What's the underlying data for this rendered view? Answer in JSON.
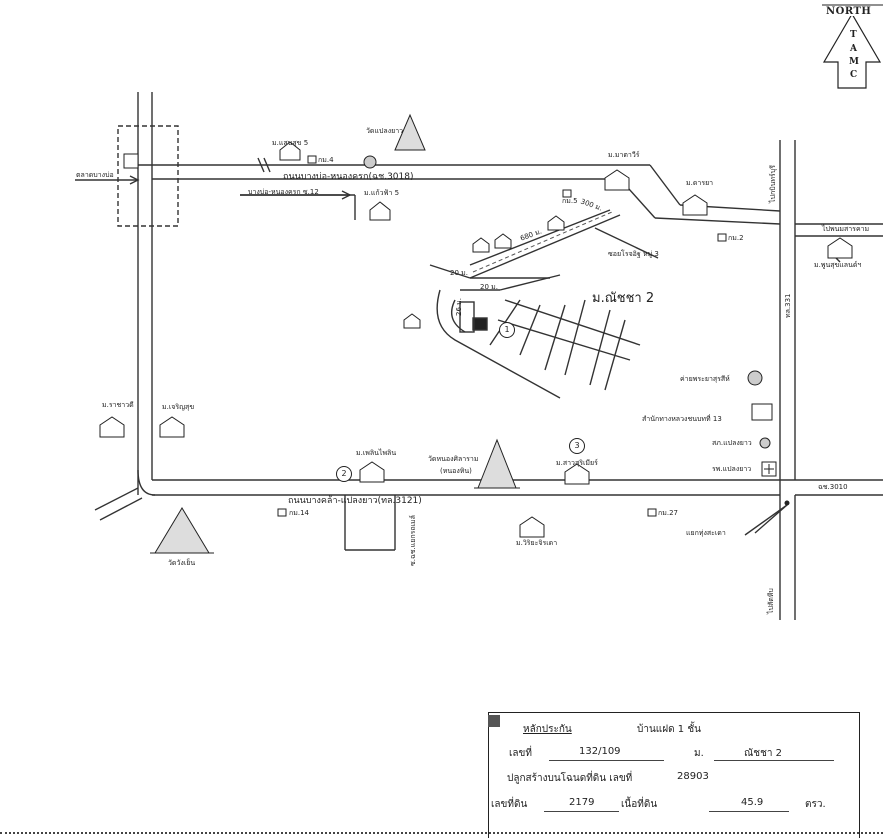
{
  "compass": {
    "north": "NORTH",
    "letters": [
      "T",
      "A",
      "M",
      "C"
    ]
  },
  "roads": {
    "main_top": "ถนนบางบ่อ-หนองครก(ฉช.3018)",
    "sub_top": "บางบ่อ-หนองครก ซ.12",
    "main_bottom": "ถนนบางคล้า-แปลงยาว(ทล.3121)",
    "right_road": "ทล.331",
    "right_bottom": "ฉช.3010",
    "market": "ตลาดบางบ่อ",
    "to_kabin": "ไปกบินทร์บุรี",
    "to_phanom": "ไปพนมสารคาม",
    "to_sattahip": "ไปสัตหีบ",
    "soi": "ซอยโรจอิฐ หมู่ 3",
    "soi_bottom": "ซ.ฉช.แยกรถเมล์"
  },
  "distances": {
    "d300": "300 ม.",
    "d680": "680 ม.",
    "d20a": "20 ม.",
    "d20b": "20 ม.",
    "d26": "26 ม."
  },
  "places": {
    "mansuk": "ม.แสนสุข 5",
    "watplaeng": "วัดแปลงยาว",
    "km4": "กม.4",
    "mkaew": "ม.แก้วฟ้า 5",
    "mnatawee": "ม.มาตาวีร์",
    "km5": "กม.5",
    "mnara": "ม.ดารยา",
    "km2": "กม.2",
    "mbaan": "ม.พูนสุขแลนด์ฯ",
    "nanatcha": "ม.ณัชชา 2",
    "camp": "ค่ายพระยาสุรสีห์",
    "office": "สำนักทางหลวงชนบทที่ 13",
    "police": "สภ.แปลงยาว",
    "hospital": "รพ.แปลงยาว",
    "mrachawadee": "ม.ราชาวดี",
    "mcharoensuk": "ม.เจริญสุข",
    "mphin": "ม.เพลินไพลิน",
    "watnong": "วัดหนองศิลาราม",
    "watnong2": "(หนองหิน)",
    "msrisuriya": "ม.สาวสุริเมียร์",
    "km14": "กม.14",
    "mviriyakon": "ม.วิริยะจิรเดา",
    "km27": "กม.27",
    "junction": "แยกทุ่งสะเดา",
    "watwangyen": "วัดวังเย็น"
  },
  "markers": [
    "1",
    "2",
    "3"
  ],
  "info": {
    "title": "หลักประกัน",
    "building": "บ้านแฝด  1  ชั้น",
    "no_label": "เลขที่",
    "no_value": "132/109",
    "m_label": "ม.",
    "m_value": "ณัชชา 2",
    "deed_label": "ปลูกสร้างบนโฉนดที่ดิน เลขที่",
    "deed_value": "28903",
    "land_label": "เลขที่ดิน",
    "land_value": "2179",
    "area_label": "เนื้อที่ดิน",
    "area_value": "45.9",
    "area_unit": "ตรว."
  }
}
